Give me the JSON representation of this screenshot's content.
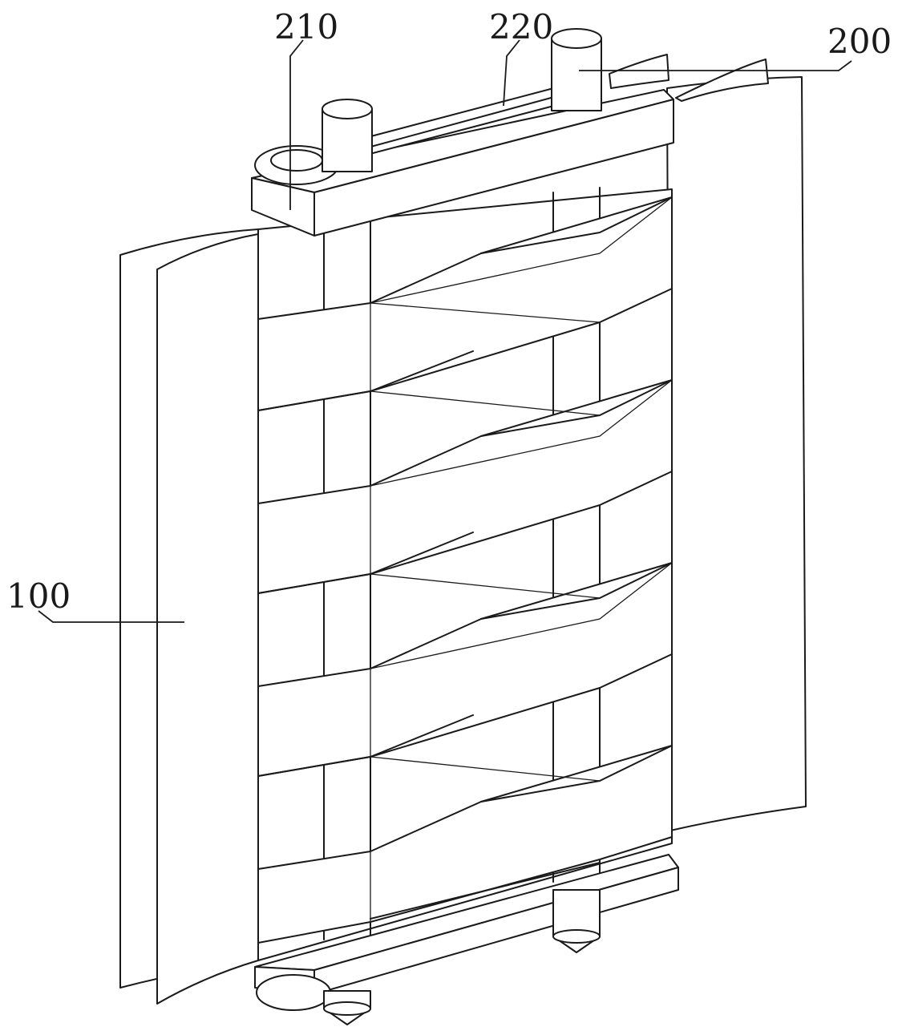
{
  "callouts": {
    "c210": "210",
    "c220": "220",
    "c200": "200",
    "c100": "100"
  },
  "colors": {
    "line": "#1a1a1a",
    "background": "#ffffff"
  }
}
